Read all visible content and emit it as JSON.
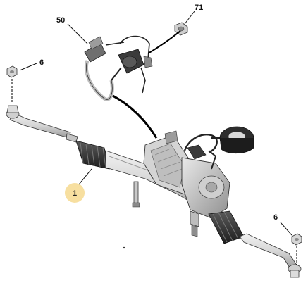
{
  "callouts": {
    "steering_rack": "1",
    "tie_rod_nut_left": "6",
    "tie_rod_nut_right": "6",
    "sensor_harness": "50",
    "fixing_nut": "71"
  },
  "colors": {
    "highlight_circle": "#f7dfa0",
    "part_light": "#e6e6e6",
    "part_mid": "#bdbdbd",
    "part_dark": "#4a4a4a",
    "line": "#111111"
  }
}
